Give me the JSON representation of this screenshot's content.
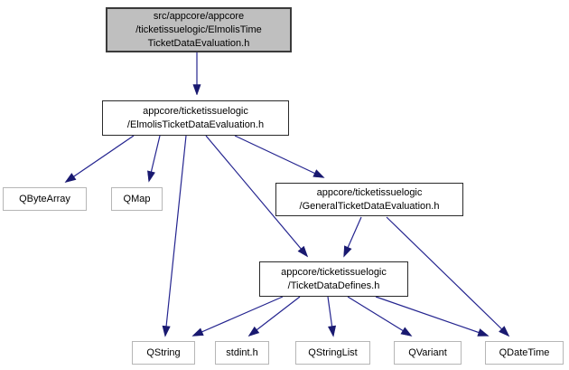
{
  "diagram": {
    "kind": "include-dependency-graph",
    "colors": {
      "arrow": "#191970",
      "current_node_fill": "#bfbfbf",
      "internal_node_border": "#2a2a2a",
      "external_node_border": "#b6b6b6",
      "background": "#ffffff"
    },
    "nodes": [
      {
        "id": "main",
        "label": "src/appcore/appcore\n/ticketissuelogic/ElmolisTime\nTicketDataEvaluation.h",
        "kind": "current"
      },
      {
        "id": "elmolis",
        "label": "appcore/ticketissuelogic\n/ElmolisTicketDataEvaluation.h",
        "kind": "internal"
      },
      {
        "id": "qbytearray",
        "label": "QByteArray",
        "kind": "external"
      },
      {
        "id": "qmap",
        "label": "QMap",
        "kind": "external"
      },
      {
        "id": "general",
        "label": "appcore/ticketissuelogic\n/GeneralTicketDataEvaluation.h",
        "kind": "internal"
      },
      {
        "id": "defines",
        "label": "appcore/ticketissuelogic\n/TicketDataDefines.h",
        "kind": "internal"
      },
      {
        "id": "qstring",
        "label": "QString",
        "kind": "external"
      },
      {
        "id": "stdint",
        "label": "stdint.h",
        "kind": "external"
      },
      {
        "id": "qstringlist",
        "label": "QStringList",
        "kind": "external"
      },
      {
        "id": "qvariant",
        "label": "QVariant",
        "kind": "external"
      },
      {
        "id": "qdatetime",
        "label": "QDateTime",
        "kind": "external"
      }
    ],
    "edges": [
      {
        "from": "main",
        "to": "elmolis"
      },
      {
        "from": "elmolis",
        "to": "qbytearray"
      },
      {
        "from": "elmolis",
        "to": "qmap"
      },
      {
        "from": "elmolis",
        "to": "qstring"
      },
      {
        "from": "elmolis",
        "to": "defines"
      },
      {
        "from": "elmolis",
        "to": "general"
      },
      {
        "from": "general",
        "to": "defines"
      },
      {
        "from": "general",
        "to": "qdatetime"
      },
      {
        "from": "defines",
        "to": "qstring"
      },
      {
        "from": "defines",
        "to": "stdint"
      },
      {
        "from": "defines",
        "to": "qstringlist"
      },
      {
        "from": "defines",
        "to": "qvariant"
      },
      {
        "from": "defines",
        "to": "qdatetime"
      }
    ]
  }
}
